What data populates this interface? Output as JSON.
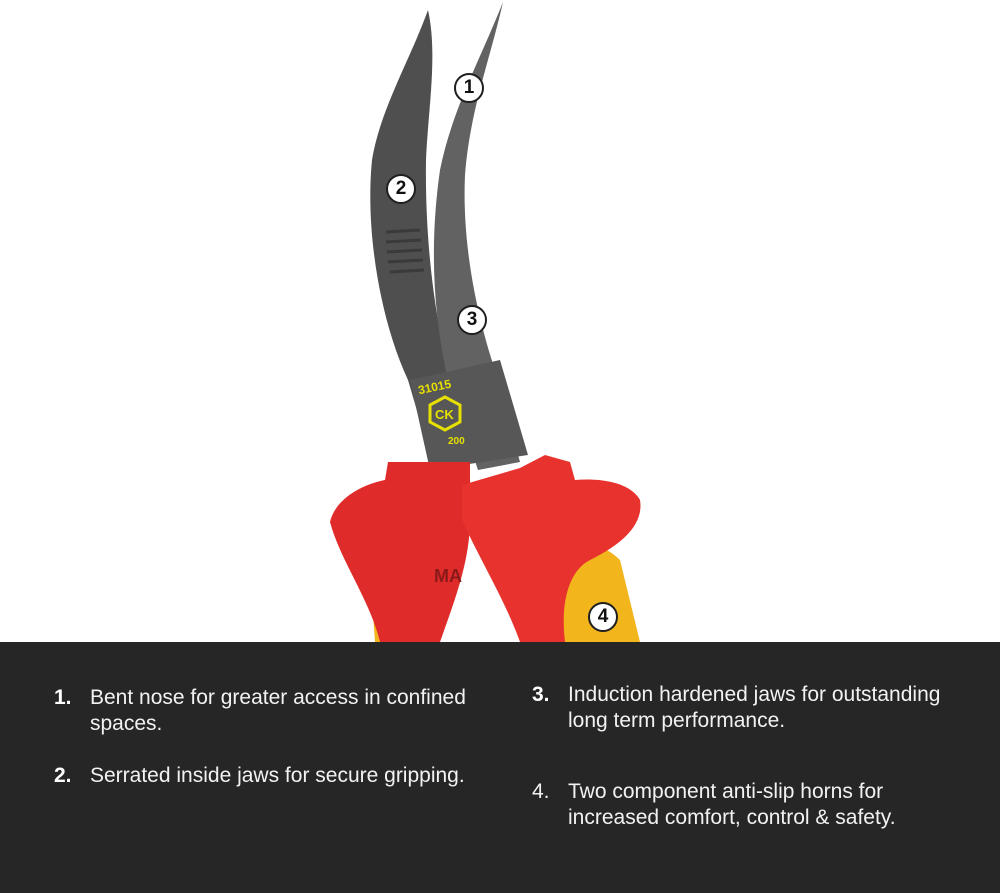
{
  "image": {
    "subject": "bent nose pliers with insulated handles",
    "colors": {
      "background": "#ffffff",
      "panel": "#262626",
      "handle_red": "#e02b2b",
      "handle_yellow": "#f2b51c",
      "steel": "#5a5a5a",
      "logo": "#e6e000"
    },
    "markers": [
      "1",
      "2",
      "3",
      "4"
    ],
    "logo": {
      "model": "31015",
      "brand": "CK",
      "size": "200"
    },
    "handle_mark": "MA"
  },
  "features": [
    {
      "number": "1.",
      "text": "Bent nose for greater access in confined spaces."
    },
    {
      "number": "2.",
      "text": "Serrated inside jaws for secure gripping."
    },
    {
      "number": "3.",
      "text": "Induction hardened jaws for outstanding long term performance."
    },
    {
      "number": "4.",
      "text": "Two component anti-slip horns for increased comfort, control & safety."
    }
  ]
}
